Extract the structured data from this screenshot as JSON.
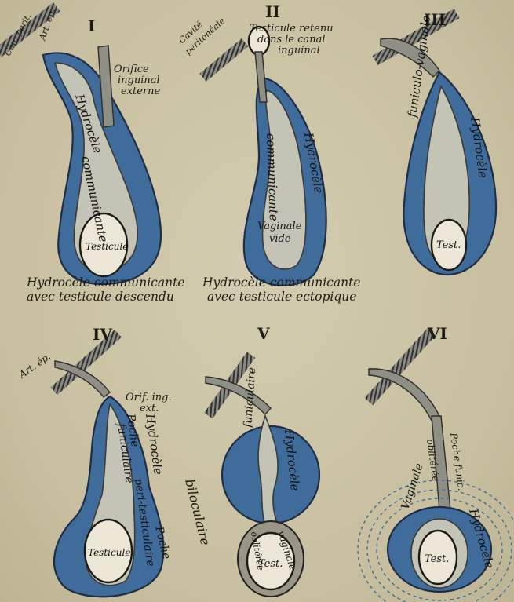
{
  "figures": {
    "I": {
      "numeral": "I",
      "can_perit": "Can. perit.",
      "art_ep": "Art. ép.",
      "orifice": "Orifice",
      "inguinal": "inguinal",
      "externe": "externe",
      "hydrocele": "Hydrocèle",
      "communicante": "communicante",
      "testicule": "Testicule"
    },
    "II": {
      "numeral": "II",
      "cavite": "Cavité",
      "peritoneale": "péritonéale",
      "testicule_retenu": "Testicule retenu",
      "dans_le_canal": "dans le canal",
      "inguinal": "inguinal",
      "communicante": "communicante",
      "hydrocele": "Hydrocèle",
      "vaginale": "Vaginale",
      "vide": "vide"
    },
    "III": {
      "numeral": "III",
      "funiculo_vaginale": "funiculo-vaginale",
      "hydrocele": "Hydrocèle",
      "test": "Test."
    },
    "IV": {
      "numeral": "IV",
      "art_ep": "Art. ép.",
      "orif_ing": "Orif. ing.",
      "ext": "ext.",
      "hydrocele": "Hydrocèle",
      "poche": "Poche",
      "funiculaire": "funiculaire",
      "peri_testiculaire": "peri-testiculaire",
      "biloculaire": "biloculaire",
      "poche2": "Poche",
      "testicule": "Testicule"
    },
    "V": {
      "numeral": "V",
      "funiculaire": "funiculaire",
      "hydrocele": "Hydrocèle",
      "vaginale": "vaginale",
      "obliteree": "oblitérée",
      "test": "Test."
    },
    "VI": {
      "numeral": "VI",
      "poche_funic": "Poche funic.",
      "obliteree": "oblitérée",
      "vaginale": "Vaginale",
      "hydrocele": "Hydrocèle",
      "test": "Test."
    }
  },
  "captions": {
    "cap1_line1": "Hydrocèle communicante",
    "cap1_line2": "avec testicule descendu",
    "cap2_line1": "Hydrocèle communicante",
    "cap2_line2": "avec testicule ectopique"
  },
  "colors": {
    "blue": "#3f6c9a",
    "paper": "#c9c1a4",
    "grey": "#c3c3b6"
  }
}
